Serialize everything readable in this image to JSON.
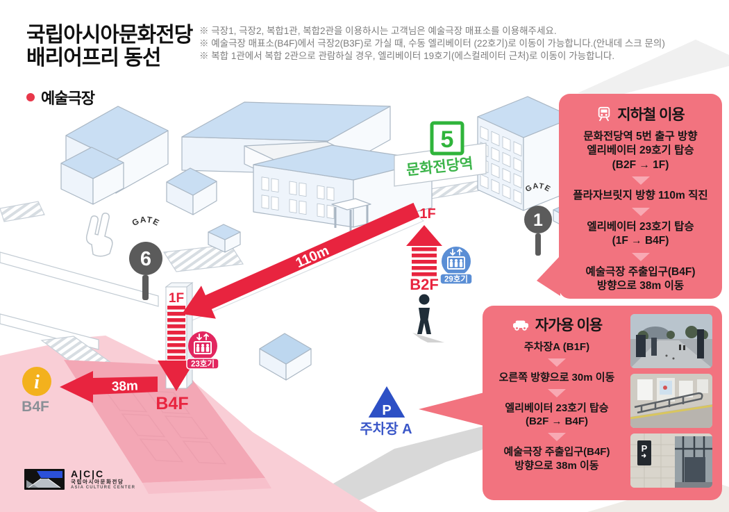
{
  "header": {
    "title_line1": "국립아시아문화전당",
    "title_line2": "배리어프리 동선",
    "legend_label": "예술극장"
  },
  "notes": [
    "※ 극장1, 극장2, 복합1관, 복합2관을 이용하시는 고객님은 예술극장 매표소를 이용해주세요.",
    "※ 예술극장 매표소(B4F)에서 극장2(B3F)로 가실 때, 수동 엘리베이터 (22호기)로 이동이 가능합니다.(안내데 스크 문의)",
    "※ 복합 1관에서 복합 2관으로 관람하실 경우, 엘리베이터 19호기(에스컬레이터 근처)로 이동이 가능합니다."
  ],
  "map": {
    "station": {
      "exit_number": "5",
      "name": "문화전당역"
    },
    "gates": [
      {
        "label": "GATE",
        "number": "1"
      },
      {
        "label": "GATE",
        "number": "6"
      }
    ],
    "labels": {
      "bridge_start_floor": "1F",
      "subway_floor": "B2F",
      "elevator_29": "29호기",
      "bridge_distance": "110m",
      "tower_floor_top": "1F",
      "elevator_23": "23호기",
      "tower_floor_bottom": "B4F",
      "lobby_distance": "38m",
      "info_point_floor": "B4F",
      "parking_symbol": "P",
      "parking_name": "주차장 A"
    }
  },
  "subway_panel": {
    "title": "지하철 이용",
    "steps": [
      "문화전당역 5번 출구 방향\n엘리베이터 29호기 탑승\n(B2F → 1F)",
      "플라자브릿지 방향 110m 직진",
      "엘리베이터 23호기 탑승\n(1F → B4F)",
      "예술극장 주출입구(B4F)\n방향으로 38m 이동"
    ]
  },
  "car_panel": {
    "title": "자가용 이용",
    "steps": [
      "주차장A (B1F)",
      "오른쪽 방향으로 30m 이동",
      "엘리베이터 23호기 탑승\n(B2F → B4F)",
      "예술극장 주출입구(B4F)\n방향으로 38m 이동"
    ],
    "photo_sign_label": "P"
  },
  "logo": {
    "acronym": "A|C|C",
    "name_ko": "국립아시아문화전당",
    "name_en": "ASIA CULTURE CENTER"
  },
  "colors": {
    "accent_red": "#e8243f",
    "panel_pink": "#f2737f",
    "plaza_pink": "#f9ced6",
    "theater_pink": "#f3a7b5",
    "green": "#2fb43b",
    "elevator_blue": "#5a8ed5",
    "elevator_pink": "#e2265f",
    "info_amber": "#f3b11d",
    "parking_blue": "#2d50c5",
    "gate_gray": "#5b5b5b"
  }
}
